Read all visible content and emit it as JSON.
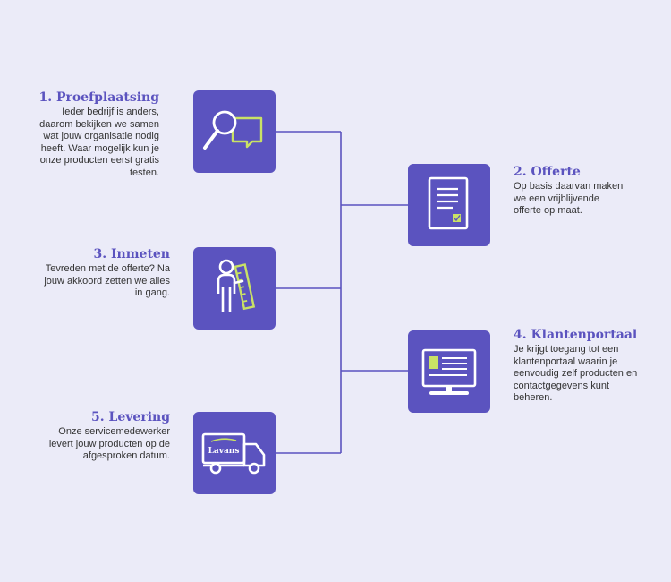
{
  "steps": [
    {
      "title": "1. Proefplaatsing",
      "text": "Ieder bedrijf is anders, daarom bekijken we samen wat jouw organisatie nodig heeft. Waar mogelijk kun je onze producten eerst gratis testen.",
      "icon": "magnifier-chat-icon"
    },
    {
      "title": "2. Offerte",
      "text": "Op basis daarvan maken we een vrijblijvende offerte op maat.",
      "icon": "document-check-icon"
    },
    {
      "title": "3. Inmeten",
      "text": "Tevreden met de offerte? Na jouw akkoord zetten we alles in gang.",
      "icon": "person-ruler-icon"
    },
    {
      "title": "4. Klantenportaal",
      "text": "Je krijgt toegang tot een klantenportaal waarin je eenvoudig zelf producten en contactgegevens kunt beheren.",
      "icon": "monitor-icon"
    },
    {
      "title": "5. Levering",
      "text": "Onze servicemedewerker levert jouw producten op de afgesproken datum.",
      "icon": "delivery-truck-icon"
    }
  ],
  "truck_logo": "Lavans",
  "colors": {
    "background": "#ebebf8",
    "box": "#5b53bf",
    "accent": "#c9e265",
    "line": "#5b53bf",
    "title": "#5b53bf"
  }
}
